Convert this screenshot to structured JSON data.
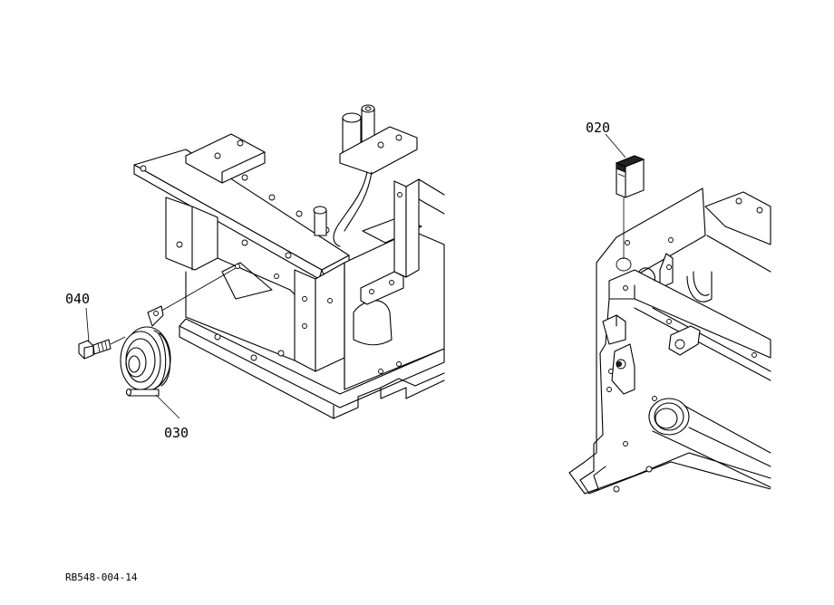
{
  "callouts": [
    {
      "label": "040"
    },
    {
      "label": "030"
    },
    {
      "label": "020"
    }
  ],
  "drawing_code": "RB548-004-14"
}
